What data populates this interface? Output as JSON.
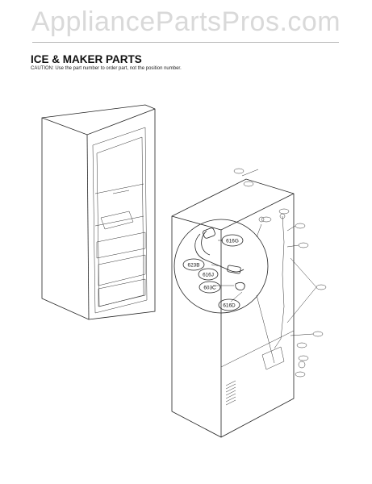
{
  "watermark": "AppliancePartsPros.com",
  "header": {
    "title": "ICE & MAKER PARTS",
    "caution": "CAUTION: Use the part number to order part, not the position number."
  },
  "callouts": {
    "c616G": "616G",
    "c623B": "623B",
    "c616J": "616J",
    "c603C": "603C",
    "c616D": "616D"
  }
}
